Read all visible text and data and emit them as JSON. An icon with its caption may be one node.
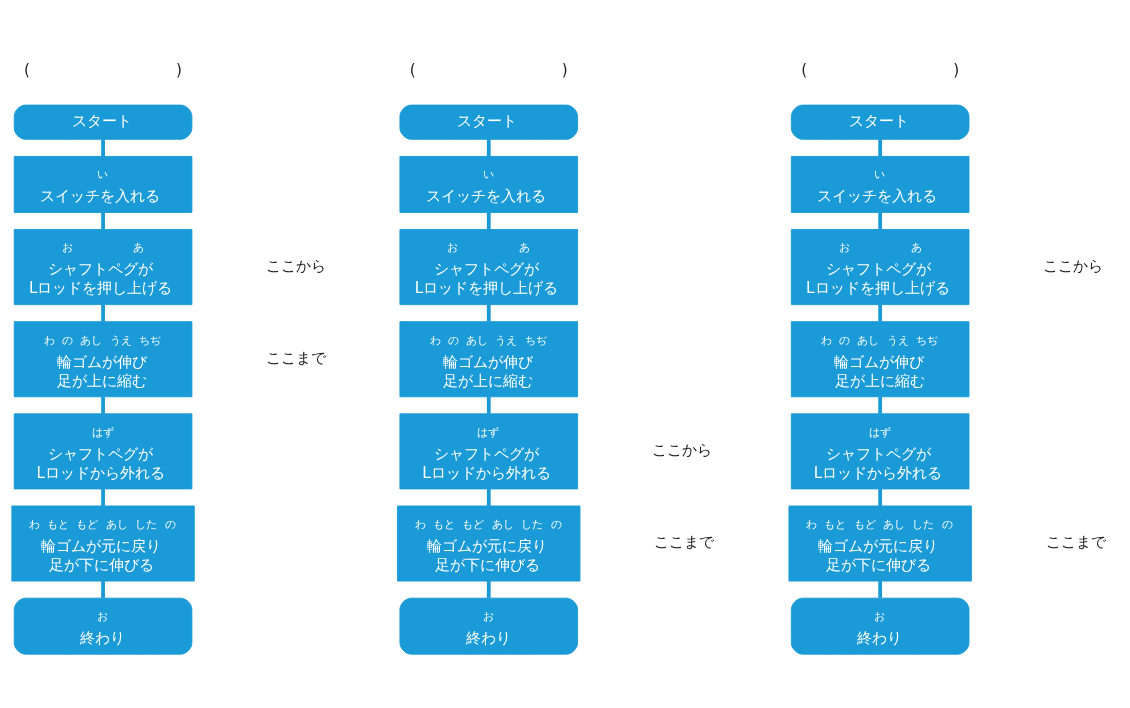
{
  "diagram": {
    "nodes": [
      {
        "text": [
          "スタート"
        ]
      },
      {
        "text": [
          "い",
          "スイッチを入れる"
        ]
      },
      {
        "text": [
          "お",
          "あ",
          "シャフトペグがLロッドを押し上げる"
        ]
      },
      {
        "text": [
          "わ",
          "の",
          "あし",
          "うえ",
          "ちぢ",
          "輪ゴムが伸び足が上に縮む"
        ]
      },
      {
        "text": [
          "はず",
          "シャフトペグがLロッドから外れる"
        ]
      },
      {
        "text": [
          "わ",
          "もと",
          "もど",
          "あし",
          "した",
          "の",
          "輪ゴムが元に戻り足が下に伸びる"
        ]
      },
      {
        "text": [
          "お",
          "終わり"
        ]
      },
      {
        "text": [
          "スタート"
        ]
      },
      {
        "text": [
          "い",
          "スイッチを入れる"
        ]
      },
      {
        "text": [
          "お",
          "あ",
          "シャフトペグがLロッドを押し上げる"
        ]
      },
      {
        "text": [
          "わ",
          "の",
          "あし",
          "うえ",
          "ちぢ",
          "輪ゴムが伸び足が上に縮む"
        ]
      },
      {
        "text": [
          "はず",
          "シャフトペグがLロッドから外れる"
        ]
      },
      {
        "text": [
          "わ",
          "もと",
          "もど",
          "あし",
          "した",
          "の",
          "輪ゴムが元に戻り足が下に伸びる"
        ]
      },
      {
        "text": [
          "お",
          "終わり"
        ]
      },
      {
        "text": [
          "スタート"
        ]
      },
      {
        "text": [
          "い",
          "スイッチを入れる"
        ]
      },
      {
        "text": [
          "お",
          "あ",
          "シャフトペグがLロッドを押し上げる"
        ]
      },
      {
        "text": [
          "わ",
          "の",
          "あし",
          "うえ",
          "ちぢ",
          "輪ゴムが伸び足が上に縮む"
        ]
      },
      {
        "text": [
          "はず",
          "シャフトペグがLロッドから外れる"
        ]
      },
      {
        "text": [
          "わ",
          "もと",
          "もど",
          "あし",
          "した",
          "の",
          "輪ゴムが元に戻り足が下に伸びる"
        ]
      },
      {
        "text": [
          "お",
          "終わり"
        ]
      }
    ],
    "edges": [
      {
        "from": 0,
        "to": 1,
        "arrow": "none"
      },
      {
        "from": 1,
        "to": 2,
        "arrow": "none"
      },
      {
        "from": 2,
        "to": 3,
        "arrow": "none"
      },
      {
        "from": 3,
        "to": 4,
        "arrow": "none"
      },
      {
        "from": 4,
        "to": 5,
        "arrow": "none"
      },
      {
        "from": 5,
        "to": 6,
        "arrow": "none"
      },
      {
        "from": 7,
        "to": 8,
        "arrow": "none"
      },
      {
        "from": 8,
        "to": 9,
        "arrow": "none"
      },
      {
        "from": 9,
        "to": 10,
        "arrow": "none"
      },
      {
        "from": 10,
        "to": 11,
        "arrow": "none"
      },
      {
        "from": 11,
        "to": 12,
        "arrow": "none"
      },
      {
        "from": 12,
        "to": 13,
        "arrow": "none"
      },
      {
        "from": 14,
        "to": 15,
        "arrow": "none"
      },
      {
        "from": 15,
        "to": 16,
        "arrow": "none"
      },
      {
        "from": 16,
        "to": 17,
        "arrow": "none"
      },
      {
        "from": 17,
        "to": 18,
        "arrow": "none"
      },
      {
        "from": 18,
        "to": 19,
        "arrow": "none"
      },
      {
        "from": 19,
        "to": 20,
        "arrow": "none"
      }
    ],
    "labels": [
      "(",
      ")",
      "(",
      ")",
      "(",
      ")",
      "ここから",
      "ここまで",
      "ここから",
      "ここまで",
      "ここから",
      "ここまで"
    ]
  }
}
